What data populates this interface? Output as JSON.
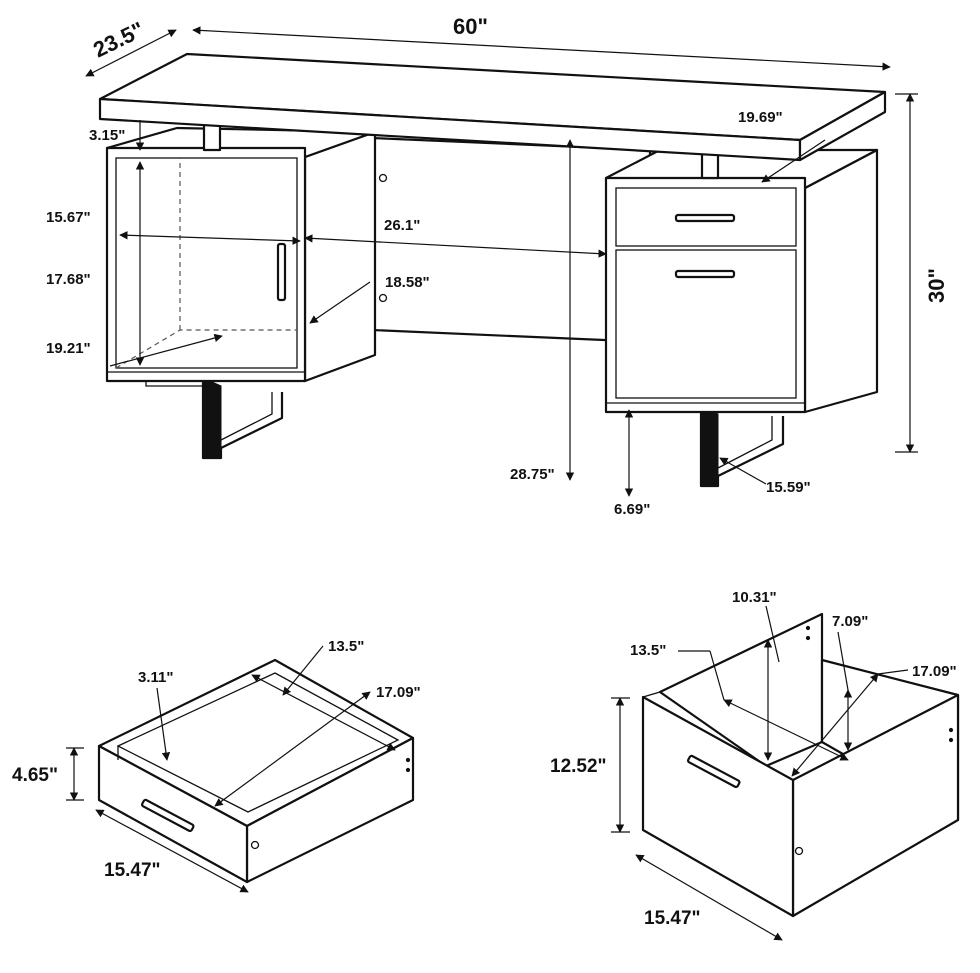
{
  "diagram": {
    "desk": {
      "width": "60\"",
      "depth": "23.5\"",
      "height": "30\"",
      "top_thickness": "3.15\"",
      "top_overhang": "19.69\"",
      "door_width": "15.67\"",
      "cabinet_height": "17.68\"",
      "cabinet_depth": "19.21\"",
      "knee_width": "26.1\"",
      "cabinet_inner_depth": "18.58\"",
      "knee_height": "28.75\"",
      "floor_clearance": "6.69\"",
      "leg_depth": "15.59\""
    },
    "small_drawer": {
      "height": "4.65\"",
      "width": "15.47\"",
      "inner_width": "13.5\"",
      "inner_height": "3.11\"",
      "inner_depth": "17.09\""
    },
    "file_drawer": {
      "height": "12.52\"",
      "width": "15.47\"",
      "inner_width": "13.5\"",
      "inner_height_back": "10.31\"",
      "inner_height_side": "7.09\"",
      "inner_depth": "17.09\""
    }
  }
}
